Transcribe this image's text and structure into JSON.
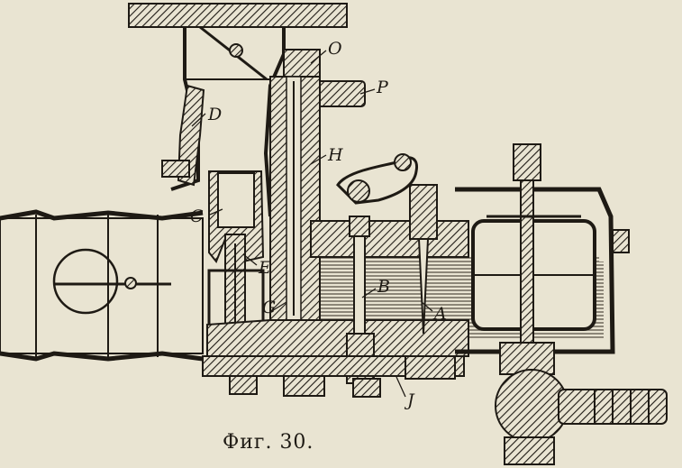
{
  "figure": {
    "caption": "Фиг. 30.",
    "labels": {
      "O": "O",
      "P": "P",
      "D": "D",
      "H": "H",
      "C": "C",
      "E": "E",
      "B": "B",
      "G": "G",
      "A": "A",
      "J": "J"
    }
  },
  "colors": {
    "paper": "#e9e4d2",
    "ink": "#1e1a14",
    "fuel": "#5a5448"
  }
}
